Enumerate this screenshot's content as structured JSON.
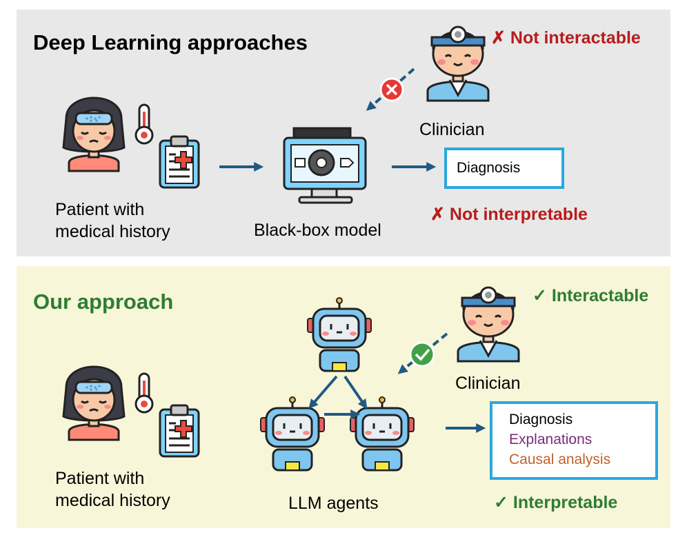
{
  "top": {
    "title": "Deep Learning approaches",
    "patient_label_line1": "Patient with",
    "patient_label_line2": "medical history",
    "model_label": "Black-box model",
    "clinician_label": "Clinician",
    "output": "Diagnosis",
    "not_interactable": "✗ Not interactable",
    "not_interpretable": "✗ Not interpretable"
  },
  "bottom": {
    "title": "Our approach",
    "patient_label_line1": "Patient with",
    "patient_label_line2": "medical history",
    "agents_label": "LLM agents",
    "clinician_label": "Clinician",
    "outputs": [
      "Diagnosis",
      "Explanations",
      "Causal analysis"
    ],
    "interactable": "✓ Interactable",
    "interpretable": "✓ Interpretable"
  },
  "colors": {
    "bad": "#b71c1c",
    "good": "#2e7d32",
    "arrow": "#1f5a82",
    "box_border": "#29a8e0",
    "explanations": "#7b2a7b",
    "causal": "#c0622a"
  },
  "icons": [
    "patient-icon",
    "thermometer-icon",
    "clipboard-icon",
    "computer-gear-icon",
    "clinician-icon",
    "robot-icon",
    "x-badge-icon",
    "check-badge-icon"
  ]
}
